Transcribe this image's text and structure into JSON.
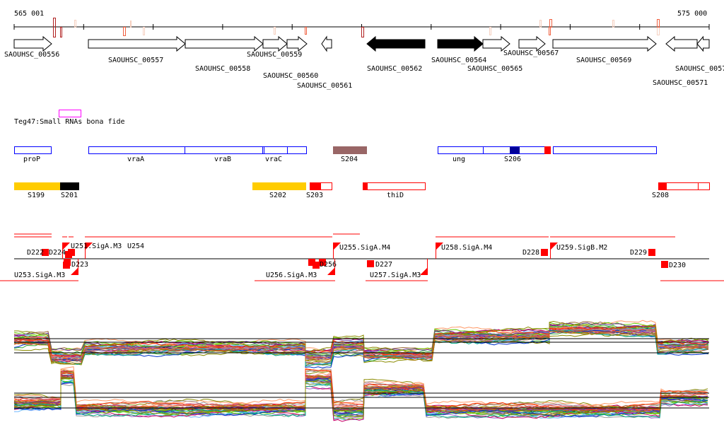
{
  "ruler": {
    "start_label": "565 001",
    "end_label": "575 000"
  },
  "genes": [
    {
      "label": "SAOUHSC_00556"
    },
    {
      "label": "SAOUHSC_00557"
    },
    {
      "label": "SAOUHSC_00558"
    },
    {
      "label": "SAOUHSC_00559"
    },
    {
      "label": "SAOUHSC_00560"
    },
    {
      "label": "SAOUHSC_00561"
    },
    {
      "label": "SAOUHSC_00562"
    },
    {
      "label": "SAOUHSC_00564"
    },
    {
      "label": "SAOUHSC_00565"
    },
    {
      "label": "SAOUHSC_00567"
    },
    {
      "label": "SAOUHSC_00569"
    },
    {
      "label": "SAOUHSC_0057"
    },
    {
      "label": "SAOUHSC_00571"
    }
  ],
  "small_rna_track": {
    "label": "Teg47:Small RNAs bona fide"
  },
  "operon_track": {
    "labels": [
      "proP",
      "vraA",
      "vraB",
      "vraC",
      "S204",
      "ung",
      "S206"
    ]
  },
  "segment_track": {
    "labels": [
      "S199",
      "S201",
      "S202",
      "S203",
      "thiD",
      "S208"
    ]
  },
  "promoter_track": {
    "labels": [
      "D222",
      "D224",
      "U251.SigA.M3",
      "U254",
      "U253.SigA.M3",
      "D223",
      "U256.SigA.M3",
      "D256",
      "U255.SigA.M4",
      "D227",
      "U257.SigA.M3",
      "U258.SigA.M4",
      "D228",
      "U259.SigB.M2",
      "D229",
      "D230"
    ]
  },
  "colors": {
    "yellow": "#ffcc00",
    "brown": "#996666",
    "blue": "#0000ff",
    "navy": "#000099",
    "red": "#ff0000",
    "magenta": "#ff00ff"
  }
}
